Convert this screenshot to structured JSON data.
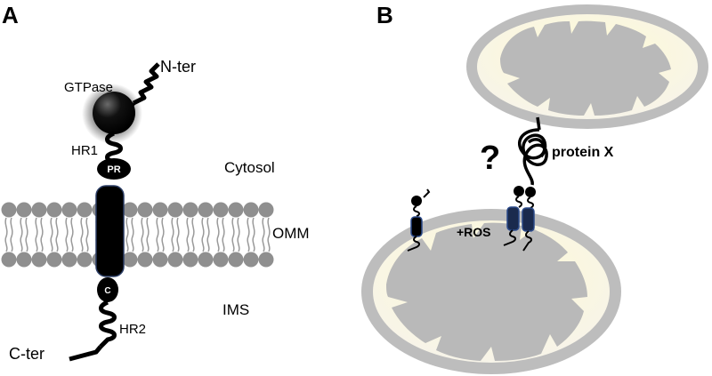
{
  "panel_a": {
    "panel_letter": "A",
    "labels": {
      "n_ter": "N-ter",
      "gtpase": "GTPase",
      "hr1": "HR1",
      "pr": "PR",
      "cytosol": "Cytosol",
      "omm": "OMM",
      "ims": "IMS",
      "hr2": "HR2",
      "c_ter": "C-ter",
      "c_domain": "C"
    }
  },
  "panel_b": {
    "panel_letter": "B",
    "question_mark": "?",
    "protein_x": "protein X",
    "ros": "+ROS"
  },
  "colors": {
    "membrane_head": "#8f8f8f",
    "membrane_tail": "#9a9a9a",
    "protein_body": "#000000",
    "protein_outline": "#2c3e66",
    "tm_blue": "#2b4a8a",
    "mito_outer": "#bdbdbd",
    "mito_inner_fill": "#fdfbe8",
    "mito_matrix": "#b9b9b9"
  }
}
